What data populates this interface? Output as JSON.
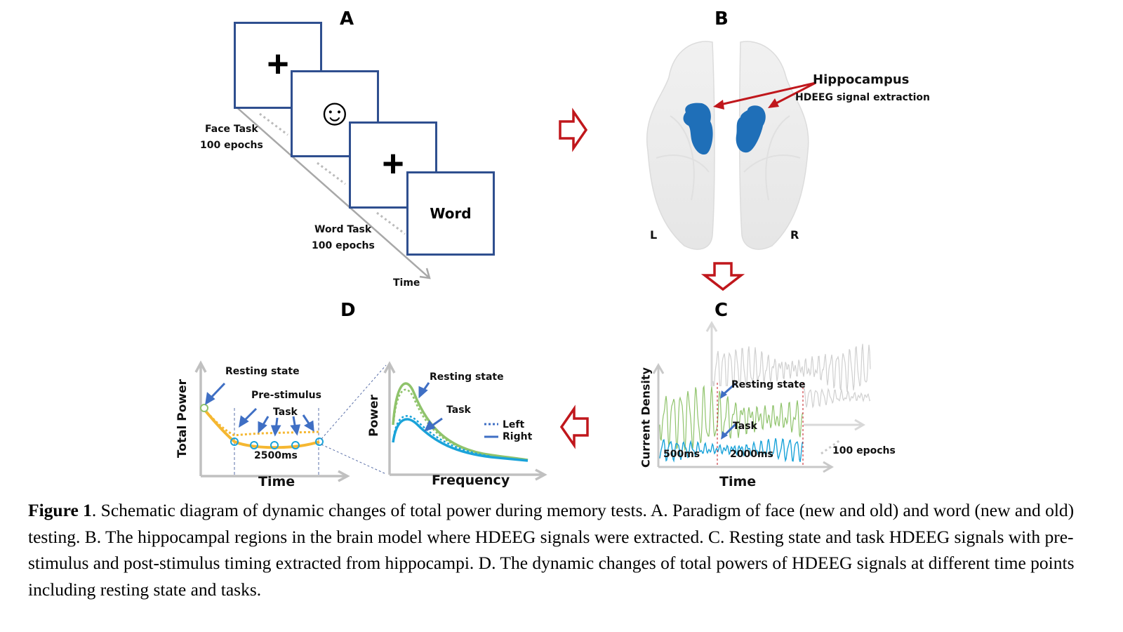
{
  "panels": {
    "A": {
      "letter": "A",
      "stimuli": [
        {
          "type": "fixation-cross",
          "text": "+"
        },
        {
          "type": "face",
          "text": "☺"
        },
        {
          "type": "fixation-cross",
          "text": "+"
        },
        {
          "type": "word",
          "text": "Word"
        }
      ],
      "face_task_label": "Face Task",
      "face_task_epochs": "100 epochs",
      "word_task_label": "Word Task",
      "word_task_epochs": "100 epochs",
      "axis_label": "Time"
    },
    "B": {
      "letter": "B",
      "region_label": "Hippocampus",
      "region_sublabel": "HDEEG signal extraction",
      "left_label": "L",
      "right_label": "R",
      "region_color": "#1f6fb8",
      "arrow_color": "#c0171c"
    },
    "C": {
      "letter": "C",
      "ylabel": "Current Density",
      "xlabel": "Time",
      "resting_label": "Resting state",
      "task_label": "Task",
      "pre_label": "500ms",
      "post_label": "2000ms",
      "epochs_label": "100 epochs",
      "resting_color": "#8fc36b",
      "task_color": "#1aa3d9"
    },
    "D": {
      "letter": "D",
      "left_chart": {
        "ylabel": "Total Power",
        "xlabel": "Time",
        "resting_label": "Resting state",
        "prestim_label": "Pre-stimulus",
        "task_label": "Task",
        "window_label": "2500ms"
      },
      "right_chart": {
        "ylabel": "Power",
        "xlabel": "Frequency",
        "resting_label": "Resting state",
        "task_label": "Task",
        "legend_left": "Left",
        "legend_right": "Right"
      },
      "curve_color": "#f5b731",
      "marker_color": "#1aa3d9",
      "annotation_arrow_color": "#3f6fc4"
    }
  },
  "flow_arrows": [
    "A-to-B",
    "B-to-C",
    "C-to-D"
  ],
  "caption": {
    "label": "Figure 1",
    "text": ". Schematic diagram of dynamic changes of total power during memory tests. A. Paradigm of face (new and old) and word (new and old) testing. B. The hippocampal regions in the brain model where HDEEG signals were extracted. C. Resting state and task HDEEG signals with pre-stimulus and post-stimulus timing extracted from hippocampi. D. The dynamic changes of total powers of HDEEG signals at different time points including resting state and tasks."
  }
}
